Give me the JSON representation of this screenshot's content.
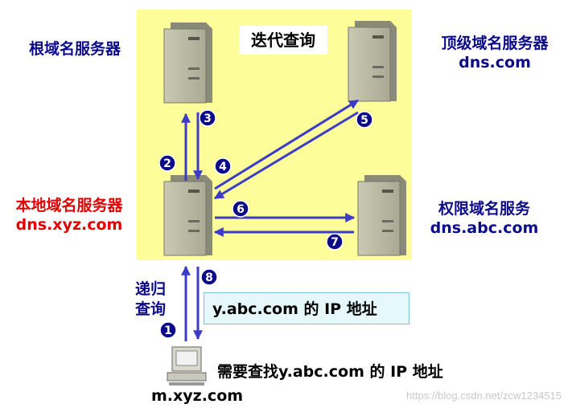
{
  "title": "迭代查询",
  "root_server": {
    "label": "根域名服务器"
  },
  "tld_server": {
    "label": "顶级域名服务器",
    "domain": "dns.com"
  },
  "local_server": {
    "label": "本地域名服务器",
    "domain": "dns.xyz.com"
  },
  "auth_server": {
    "label": "权限域名服务",
    "domain": "dns.abc.com"
  },
  "host": {
    "domain": "m.xyz.com",
    "request": "需要查找y.abc.com 的 IP 地址"
  },
  "recursive_label": {
    "line1": "递归",
    "line2": "查询"
  },
  "reply_box": "y.abc.com 的 IP 地址",
  "steps": [
    "1",
    "2",
    "3",
    "4",
    "5",
    "6",
    "7",
    "8"
  ],
  "watermark": "https://blog.csdn.net/zcw1234515",
  "colors": {
    "background": "#fdfd9a",
    "arrow": "#3c3cc8",
    "badge": "#0b0b8a",
    "label_blue": "#0b0b8a",
    "label_red": "#e00000"
  }
}
